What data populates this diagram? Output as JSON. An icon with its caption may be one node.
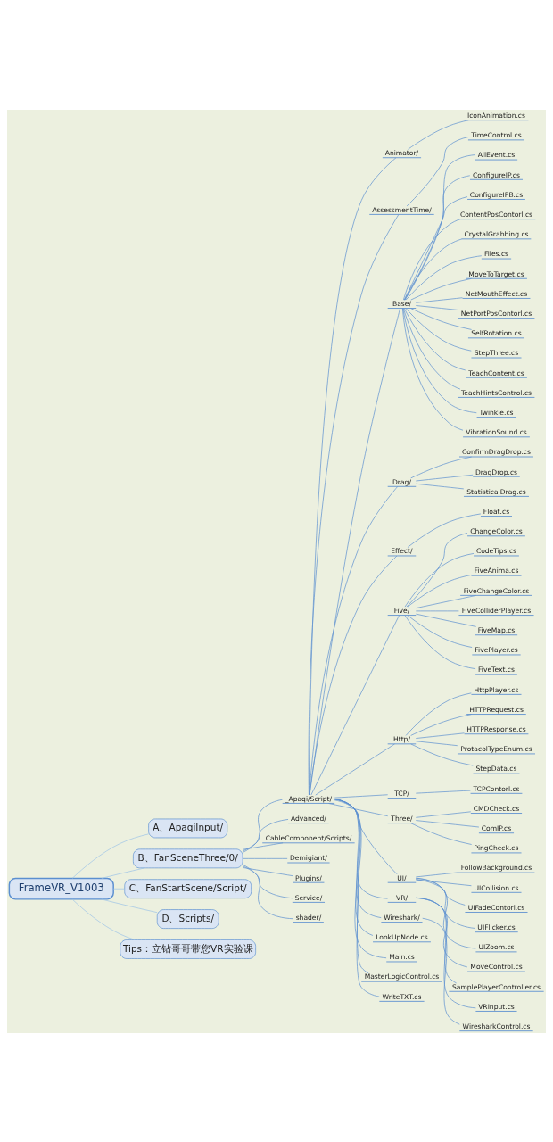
{
  "diagram": {
    "nodes": [
      {
        "text": [
          "FrameVR_V1003"
        ]
      },
      {
        "text": [
          "A、ApaqiInput/"
        ]
      },
      {
        "text": [
          "B、FanSceneThree/0/"
        ]
      },
      {
        "text": [
          "_Apaqi/Script/"
        ]
      },
      {
        "text": [
          "Animator/"
        ]
      },
      {
        "text": [
          "IconAnimation.cs"
        ]
      },
      {
        "text": [
          "AssessmentTime/"
        ]
      },
      {
        "text": [
          "TimeControl.cs"
        ]
      },
      {
        "text": [
          "Base/"
        ]
      },
      {
        "text": [
          "AllEvent.cs"
        ]
      },
      {
        "text": [
          "ConfigureIP.cs"
        ]
      },
      {
        "text": [
          "ConfigureIPB.cs"
        ]
      },
      {
        "text": [
          "ContentPosContorl.cs"
        ]
      },
      {
        "text": [
          "CrystalGrabbing.cs"
        ]
      },
      {
        "text": [
          "Files.cs"
        ]
      },
      {
        "text": [
          "MoveToTarget.cs"
        ]
      },
      {
        "text": [
          "NetMouthEffect.cs"
        ]
      },
      {
        "text": [
          "NetPortPosContorl.cs"
        ]
      },
      {
        "text": [
          "SelfRotation.cs"
        ]
      },
      {
        "text": [
          "StepThree.cs"
        ]
      },
      {
        "text": [
          "TeachContent.cs"
        ]
      },
      {
        "text": [
          "TeachHintsControl.cs"
        ]
      },
      {
        "text": [
          "Twinkle.cs"
        ]
      },
      {
        "text": [
          "VibrationSound.cs"
        ]
      },
      {
        "text": [
          "Drag/"
        ]
      },
      {
        "text": [
          "ConfirmDragDrop.cs"
        ]
      },
      {
        "text": [
          "DragDrop.cs"
        ]
      },
      {
        "text": [
          "StatisticalDrag.cs"
        ]
      },
      {
        "text": [
          "Effect/"
        ]
      },
      {
        "text": [
          "Float.cs"
        ]
      },
      {
        "text": [
          "Five/"
        ]
      },
      {
        "text": [
          "ChangeColor.cs"
        ]
      },
      {
        "text": [
          "CodeTips.cs"
        ]
      },
      {
        "text": [
          "FiveAnima.cs"
        ]
      },
      {
        "text": [
          "FiveChangeColor.cs"
        ]
      },
      {
        "text": [
          "FiveColliderPlayer.cs"
        ]
      },
      {
        "text": [
          "FiveMap.cs"
        ]
      },
      {
        "text": [
          "FivePlayer.cs"
        ]
      },
      {
        "text": [
          "FiveText.cs"
        ]
      },
      {
        "text": [
          "Http/"
        ]
      },
      {
        "text": [
          "HttpPlayer.cs"
        ]
      },
      {
        "text": [
          "HTTPRequest.cs"
        ]
      },
      {
        "text": [
          "HTTPResponse.cs"
        ]
      },
      {
        "text": [
          "ProtacolTypeEnum.cs"
        ]
      },
      {
        "text": [
          "StepData.cs"
        ]
      },
      {
        "text": [
          "TCP/"
        ]
      },
      {
        "text": [
          "TCPContorl.cs"
        ]
      },
      {
        "text": [
          "Three/"
        ]
      },
      {
        "text": [
          "CMDCheck.cs"
        ]
      },
      {
        "text": [
          "ComIP.cs"
        ]
      },
      {
        "text": [
          "PingCheck.cs"
        ]
      },
      {
        "text": [
          "UI/"
        ]
      },
      {
        "text": [
          "FollowBackground.cs"
        ]
      },
      {
        "text": [
          "UICollision.cs"
        ]
      },
      {
        "text": [
          "UIFadeContorl.cs"
        ]
      },
      {
        "text": [
          "UIFlicker.cs"
        ]
      },
      {
        "text": [
          "UIZoom.cs"
        ]
      },
      {
        "text": [
          "VR/"
        ]
      },
      {
        "text": [
          "MoveControl.cs"
        ]
      },
      {
        "text": [
          "SamplePlayerController.cs"
        ]
      },
      {
        "text": [
          "VRInput.cs"
        ]
      },
      {
        "text": [
          "Wireshark/"
        ]
      },
      {
        "text": [
          "WiresharkControl.cs"
        ]
      },
      {
        "text": [
          "LookUpNode.cs"
        ]
      },
      {
        "text": [
          "Main.cs"
        ]
      },
      {
        "text": [
          "MasterLogicControl.cs"
        ]
      },
      {
        "text": [
          "WriteTXT.cs"
        ]
      },
      {
        "text": [
          "Advanced/"
        ]
      },
      {
        "text": [
          "CableComponent/Scripts/"
        ]
      },
      {
        "text": [
          "Demigiant/"
        ]
      },
      {
        "text": [
          "Plugins/"
        ]
      },
      {
        "text": [
          "Service/"
        ]
      },
      {
        "text": [
          "shader/"
        ]
      },
      {
        "text": [
          "C、FanStartScene/Script/"
        ]
      },
      {
        "text": [
          "D、Scripts/"
        ]
      },
      {
        "text": [
          "Tips：立钻哥哥带您VR实验课"
        ]
      }
    ],
    "edges": [
      {
        "from": 0,
        "to": 1,
        "arrow": "none",
        "color": "#9cc3e6"
      },
      {
        "from": 0,
        "to": 2,
        "arrow": "none",
        "color": "#9cc3e6"
      },
      {
        "from": 2,
        "to": 3,
        "arrow": "none"
      },
      {
        "from": 3,
        "to": 4,
        "arrow": "none"
      },
      {
        "from": 4,
        "to": 5,
        "arrow": "none"
      },
      {
        "from": 3,
        "to": 6,
        "arrow": "none"
      },
      {
        "from": 6,
        "to": 7,
        "arrow": "none"
      },
      {
        "from": 3,
        "to": 8,
        "arrow": "none"
      },
      {
        "from": 8,
        "to": 9,
        "arrow": "none"
      },
      {
        "from": 8,
        "to": 10,
        "arrow": "none"
      },
      {
        "from": 8,
        "to": 11,
        "arrow": "none"
      },
      {
        "from": 8,
        "to": 12,
        "arrow": "none"
      },
      {
        "from": 8,
        "to": 13,
        "arrow": "none"
      },
      {
        "from": 8,
        "to": 14,
        "arrow": "none"
      },
      {
        "from": 8,
        "to": 15,
        "arrow": "none"
      },
      {
        "from": 8,
        "to": 16,
        "arrow": "none"
      },
      {
        "from": 8,
        "to": 17,
        "arrow": "none"
      },
      {
        "from": 8,
        "to": 18,
        "arrow": "none"
      },
      {
        "from": 8,
        "to": 19,
        "arrow": "none"
      },
      {
        "from": 8,
        "to": 20,
        "arrow": "none"
      },
      {
        "from": 8,
        "to": 21,
        "arrow": "none"
      },
      {
        "from": 8,
        "to": 22,
        "arrow": "none"
      },
      {
        "from": 8,
        "to": 23,
        "arrow": "none"
      },
      {
        "from": 3,
        "to": 24,
        "arrow": "none"
      },
      {
        "from": 24,
        "to": 25,
        "arrow": "none"
      },
      {
        "from": 24,
        "to": 26,
        "arrow": "none"
      },
      {
        "from": 24,
        "to": 27,
        "arrow": "none"
      },
      {
        "from": 3,
        "to": 28,
        "arrow": "none"
      },
      {
        "from": 28,
        "to": 29,
        "arrow": "none"
      },
      {
        "from": 3,
        "to": 30,
        "arrow": "none"
      },
      {
        "from": 30,
        "to": 31,
        "arrow": "none"
      },
      {
        "from": 30,
        "to": 32,
        "arrow": "none"
      },
      {
        "from": 30,
        "to": 33,
        "arrow": "none"
      },
      {
        "from": 30,
        "to": 34,
        "arrow": "none"
      },
      {
        "from": 30,
        "to": 35,
        "arrow": "none"
      },
      {
        "from": 30,
        "to": 36,
        "arrow": "none"
      },
      {
        "from": 30,
        "to": 37,
        "arrow": "none"
      },
      {
        "from": 30,
        "to": 38,
        "arrow": "none"
      },
      {
        "from": 3,
        "to": 39,
        "arrow": "none"
      },
      {
        "from": 39,
        "to": 40,
        "arrow": "none"
      },
      {
        "from": 39,
        "to": 41,
        "arrow": "none"
      },
      {
        "from": 39,
        "to": 42,
        "arrow": "none"
      },
      {
        "from": 39,
        "to": 43,
        "arrow": "none"
      },
      {
        "from": 39,
        "to": 44,
        "arrow": "none"
      },
      {
        "from": 3,
        "to": 45,
        "arrow": "none"
      },
      {
        "from": 45,
        "to": 46,
        "arrow": "none"
      },
      {
        "from": 3,
        "to": 47,
        "arrow": "none"
      },
      {
        "from": 47,
        "to": 48,
        "arrow": "none"
      },
      {
        "from": 47,
        "to": 49,
        "arrow": "none"
      },
      {
        "from": 47,
        "to": 50,
        "arrow": "none"
      },
      {
        "from": 3,
        "to": 51,
        "arrow": "none"
      },
      {
        "from": 51,
        "to": 52,
        "arrow": "none"
      },
      {
        "from": 51,
        "to": 53,
        "arrow": "none"
      },
      {
        "from": 51,
        "to": 54,
        "arrow": "none"
      },
      {
        "from": 51,
        "to": 55,
        "arrow": "none"
      },
      {
        "from": 51,
        "to": 56,
        "arrow": "none"
      },
      {
        "from": 3,
        "to": 57,
        "arrow": "none"
      },
      {
        "from": 57,
        "to": 58,
        "arrow": "none"
      },
      {
        "from": 57,
        "to": 59,
        "arrow": "none"
      },
      {
        "from": 57,
        "to": 60,
        "arrow": "none"
      },
      {
        "from": 3,
        "to": 61,
        "arrow": "none"
      },
      {
        "from": 61,
        "to": 62,
        "arrow": "none"
      },
      {
        "from": 3,
        "to": 63,
        "arrow": "none"
      },
      {
        "from": 3,
        "to": 64,
        "arrow": "none"
      },
      {
        "from": 3,
        "to": 65,
        "arrow": "none"
      },
      {
        "from": 3,
        "to": 66,
        "arrow": "none"
      },
      {
        "from": 2,
        "to": 67,
        "arrow": "none"
      },
      {
        "from": 2,
        "to": 68,
        "arrow": "none"
      },
      {
        "from": 2,
        "to": 69,
        "arrow": "none"
      },
      {
        "from": 2,
        "to": 70,
        "arrow": "none"
      },
      {
        "from": 2,
        "to": 71,
        "arrow": "none"
      },
      {
        "from": 2,
        "to": 72,
        "arrow": "none"
      },
      {
        "from": 0,
        "to": 73,
        "arrow": "none",
        "color": "#9cc3e6"
      },
      {
        "from": 0,
        "to": 74,
        "arrow": "none",
        "color": "#9cc3e6"
      },
      {
        "from": 0,
        "to": 75,
        "arrow": "none",
        "color": "#9cc3e6"
      }
    ]
  }
}
